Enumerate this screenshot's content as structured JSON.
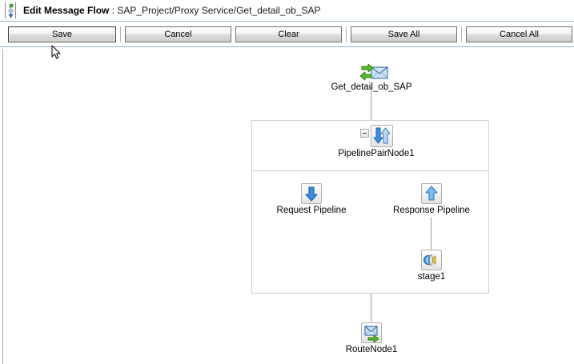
{
  "window": {
    "title_bold": "Edit Message Flow",
    "title_separator": " : ",
    "title_path": "SAP_Project/Proxy Service/Get_detail_ob_SAP",
    "title_icon": "message-flow-icon"
  },
  "toolbar": {
    "buttons": [
      {
        "label": "Save",
        "name": "save-button",
        "focused": true
      },
      {
        "label": "Cancel",
        "name": "cancel-button",
        "focused": false
      },
      {
        "label": "Clear",
        "name": "clear-button",
        "focused": false
      },
      {
        "label": "Save All",
        "name": "save-all-button",
        "focused": false
      },
      {
        "label": "Cancel All",
        "name": "cancel-all-button",
        "focused": false
      }
    ]
  },
  "flow": {
    "nodes": {
      "proxy_service": {
        "label": "Get_detail_ob_SAP",
        "icon": "proxy-service-icon"
      },
      "pipeline_pair": {
        "label": "PipelinePairNode1",
        "icon": "pipeline-pair-icon",
        "collapse_state": "expanded",
        "collapse_glyph": "minus"
      },
      "request_pipeline": {
        "label": "Request Pipeline",
        "icon": "arrow-down-icon"
      },
      "response_pipeline": {
        "label": "Response Pipeline",
        "icon": "arrow-up-icon"
      },
      "stage": {
        "label": "stage1",
        "icon": "stage-icon"
      },
      "route_node": {
        "label": "RouteNode1",
        "icon": "route-node-icon"
      }
    }
  },
  "colors": {
    "border_blue": "#9aafc0",
    "box_gray": "#cfcfcf",
    "connector_gray": "#9d9d9d",
    "icon_blue": "#2f80d8",
    "icon_green": "#5aa832",
    "icon_yellow": "#e8b832"
  }
}
